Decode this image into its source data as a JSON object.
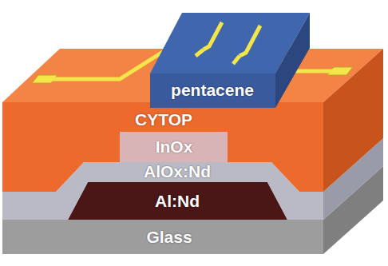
{
  "diagram": {
    "nodes": [
      {
        "text": [
          "pentacene"
        ]
      },
      {
        "text": [
          "CYTOP"
        ]
      },
      {
        "text": [
          "InOx"
        ]
      },
      {
        "text": [
          "AlOx:Nd"
        ]
      },
      {
        "text": [
          "Al:Nd"
        ]
      },
      {
        "text": [
          "Glass"
        ]
      }
    ]
  }
}
